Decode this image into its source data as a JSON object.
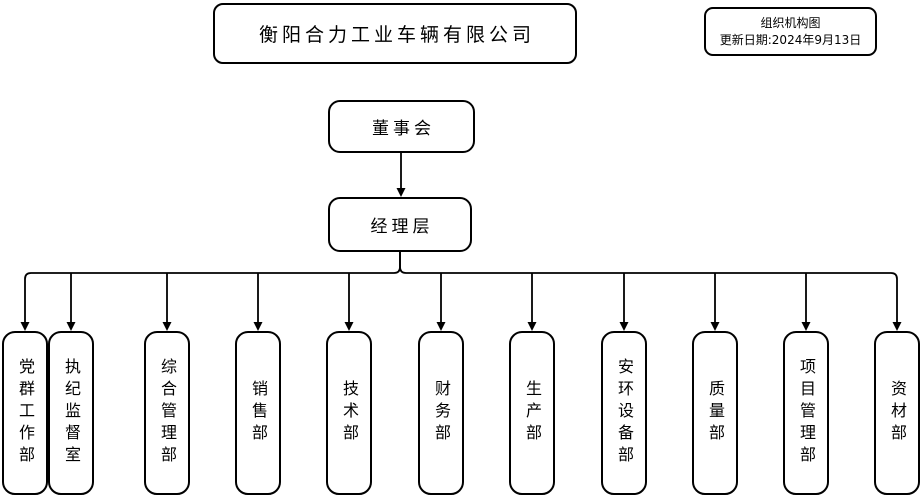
{
  "header": {
    "company_title": "衡阳合力工业车辆有限公司"
  },
  "legend": {
    "title": "组织机构图",
    "updated": "更新日期:2024年9月13日"
  },
  "nodes": {
    "board": "董事会",
    "management": "经理层"
  },
  "departments": [
    {
      "label": "党群工作部"
    },
    {
      "label": "执纪监督室"
    },
    {
      "label": "综合管理部"
    },
    {
      "label": "销售部"
    },
    {
      "label": "技术部"
    },
    {
      "label": "财务部"
    },
    {
      "label": "生产部"
    },
    {
      "label": "安环设备部"
    },
    {
      "label": "质量部"
    },
    {
      "label": "项目管理部"
    },
    {
      "label": "资材部"
    }
  ],
  "colors": {
    "line": "#000000",
    "box_background": "#ffffff"
  }
}
